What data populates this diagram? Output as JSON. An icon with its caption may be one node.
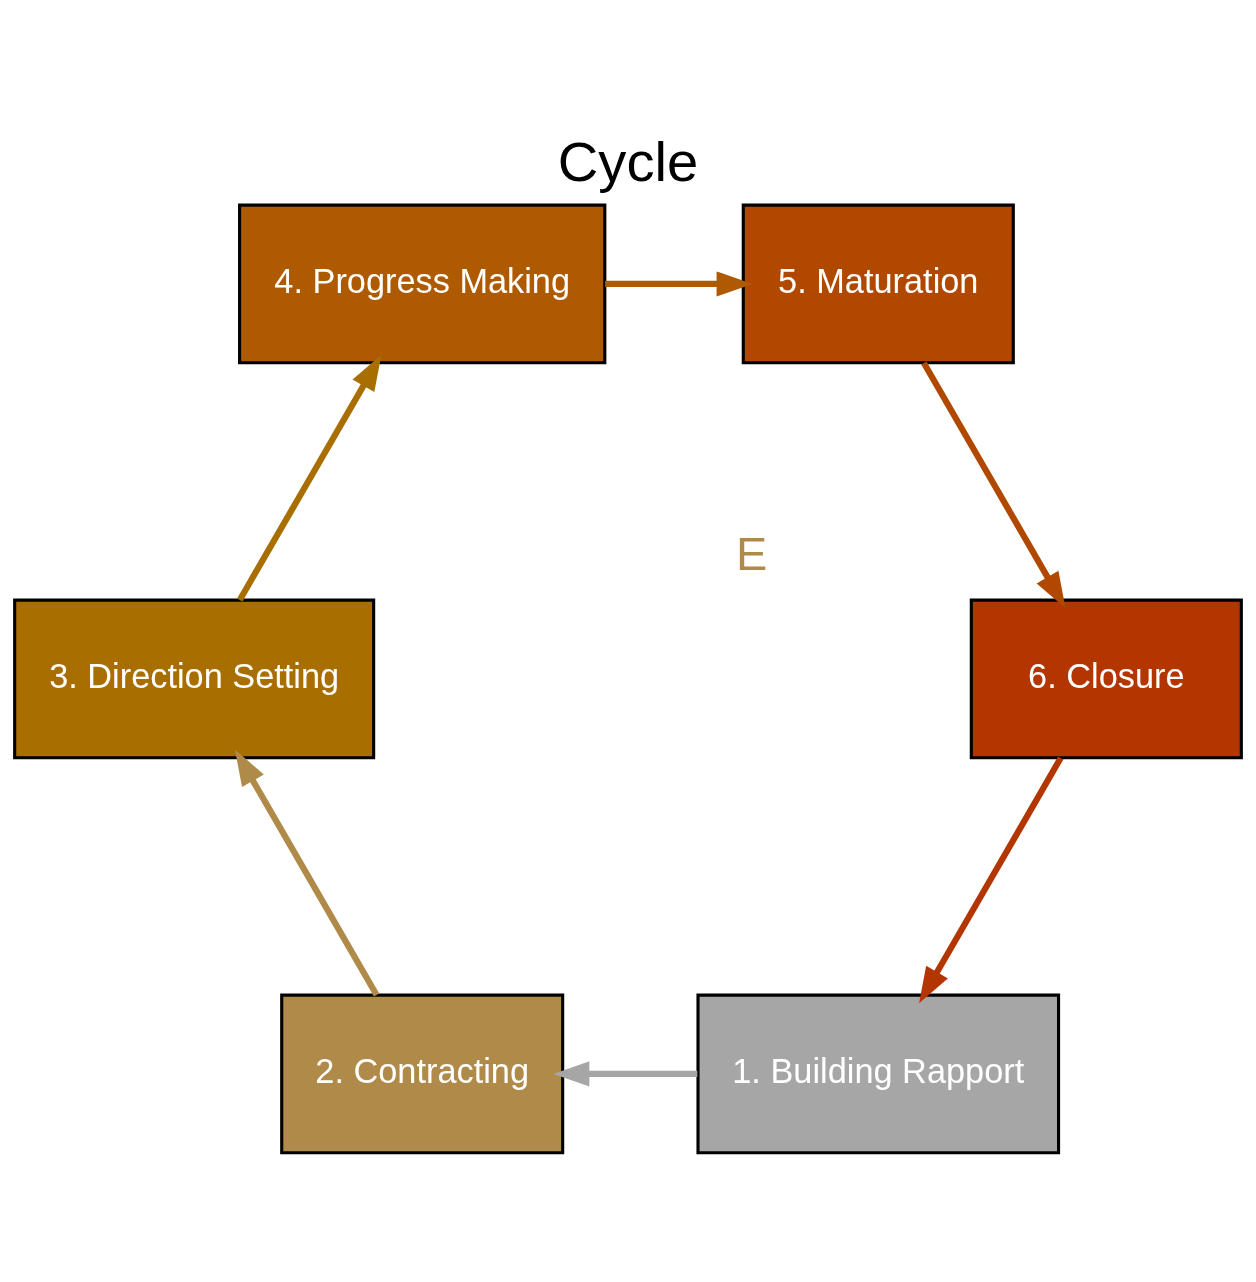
{
  "diagram": {
    "title": "Cycle",
    "nodes": [
      {
        "text": [
          "1. Building Rapport"
        ]
      },
      {
        "text": [
          "2. Contracting"
        ]
      },
      {
        "text": [
          "3. Direction Setting"
        ]
      },
      {
        "text": [
          "4. Progress Making"
        ]
      },
      {
        "text": [
          "5. Maturation"
        ]
      },
      {
        "text": [
          "6. Closure"
        ]
      }
    ],
    "edges": [
      {
        "from": 0,
        "to": 1,
        "arrow": "to",
        "color": "#a6a6a6"
      },
      {
        "from": 1,
        "to": 2,
        "arrow": "to",
        "color": "#b08a48"
      },
      {
        "from": 2,
        "to": 3,
        "arrow": "to",
        "color": "#a86e00"
      },
      {
        "from": 3,
        "to": 4,
        "arrow": "to",
        "color": "#ad5a00"
      },
      {
        "from": 4,
        "to": 5,
        "arrow": "to",
        "color": "#b04800"
      },
      {
        "from": 5,
        "to": 0,
        "arrow": "to",
        "color": "#b33600"
      }
    ],
    "labels": [
      "E"
    ]
  }
}
